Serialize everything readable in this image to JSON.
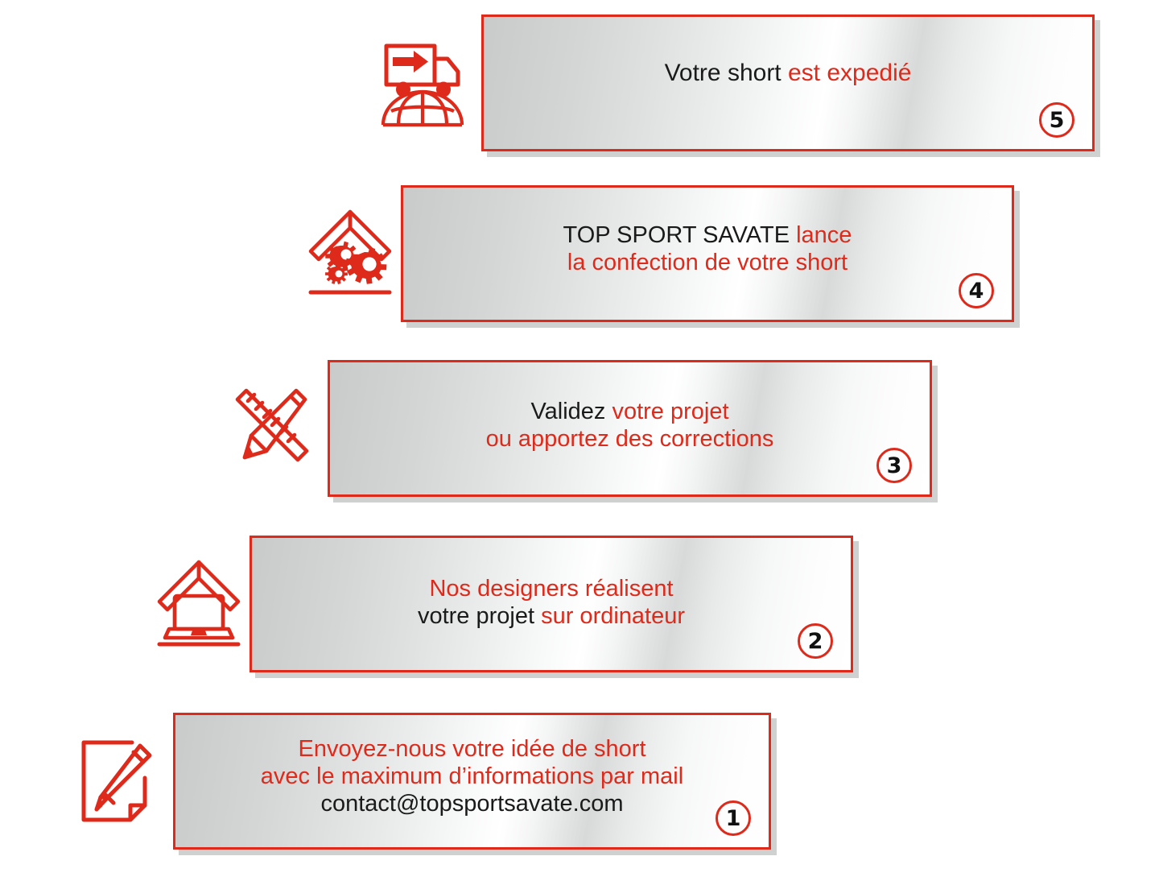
{
  "theme": {
    "accent_red": "#dd2a1b",
    "text_black": "#1a1a1a",
    "plate_light": "#ffffff",
    "plate_grey": "#c9cbcb",
    "background": "#ffffff"
  },
  "steps": [
    {
      "number": "5",
      "icon": "delivery-truck-globe-icon",
      "lines": [
        {
          "segments": [
            {
              "text": "Votre short ",
              "color": "black"
            },
            {
              "text": "est expedié",
              "color": "red"
            }
          ]
        }
      ]
    },
    {
      "number": "4",
      "icon": "factory-roof-gears-icon",
      "lines": [
        {
          "segments": [
            {
              "text": "TOP SPORT SAVATE ",
              "color": "black"
            },
            {
              "text": "lance",
              "color": "red"
            }
          ]
        },
        {
          "segments": [
            {
              "text": "la confection de votre short",
              "color": "red"
            }
          ]
        }
      ]
    },
    {
      "number": "3",
      "icon": "ruler-pencil-cross-icon",
      "lines": [
        {
          "segments": [
            {
              "text": "Validez ",
              "color": "black"
            },
            {
              "text": "votre projet",
              "color": "red"
            }
          ]
        },
        {
          "segments": [
            {
              "text": "ou apportez des corrections",
              "color": "red"
            }
          ]
        }
      ]
    },
    {
      "number": "2",
      "icon": "roof-laptop-icon",
      "lines": [
        {
          "segments": [
            {
              "text": "Nos designers réalisent",
              "color": "red"
            }
          ]
        },
        {
          "segments": [
            {
              "text": "votre projet ",
              "color": "black"
            },
            {
              "text": "sur ordinateur",
              "color": "red"
            }
          ]
        }
      ]
    },
    {
      "number": "1",
      "icon": "document-pencil-icon",
      "lines": [
        {
          "segments": [
            {
              "text": "Envoyez-nous votre idée de short",
              "color": "red"
            }
          ]
        },
        {
          "segments": [
            {
              "text": "avec le maximum d’informations par mail",
              "color": "red"
            }
          ]
        },
        {
          "segments": [
            {
              "text": "contact@topsportsavate.com",
              "color": "black"
            }
          ]
        }
      ]
    }
  ]
}
